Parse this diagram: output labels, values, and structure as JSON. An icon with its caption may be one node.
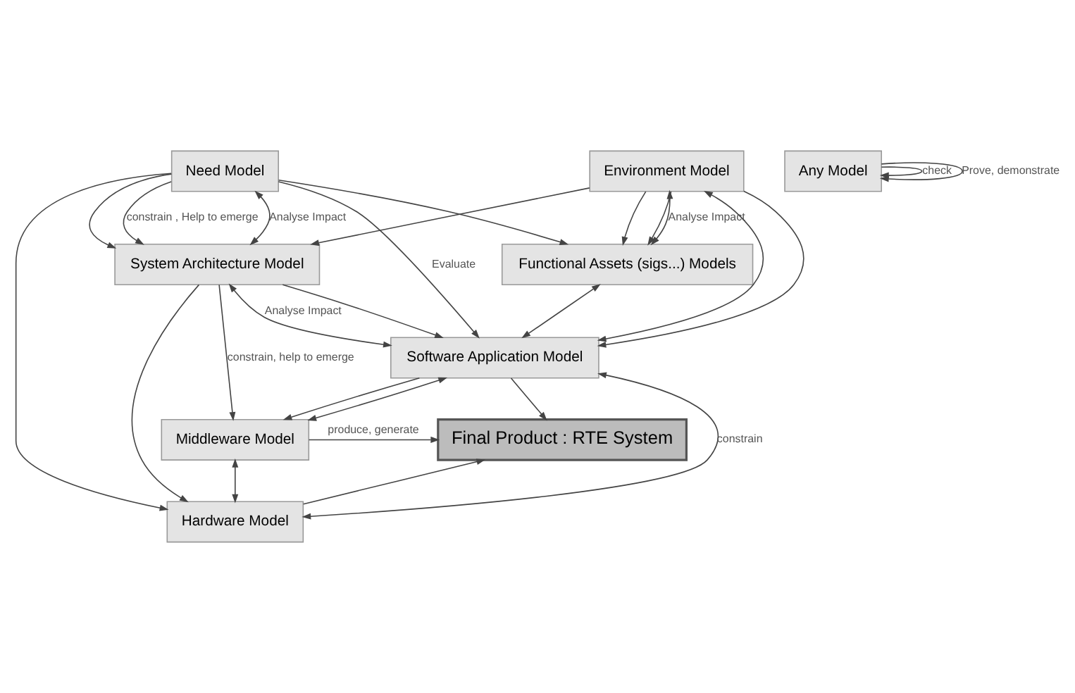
{
  "diagram": {
    "nodes": [
      {
        "text": [
          "Need Model"
        ]
      },
      {
        "text": [
          "Environment Model"
        ]
      },
      {
        "text": [
          "Any Model"
        ]
      },
      {
        "text": [
          "System Architecture Model"
        ]
      },
      {
        "text": [
          "Functional Assets (sigs...) Models"
        ]
      },
      {
        "text": [
          "Software Application Model"
        ]
      },
      {
        "text": [
          "Final Product : RTE System"
        ]
      },
      {
        "text": [
          "Middleware Model"
        ]
      },
      {
        "text": [
          "Hardware Model"
        ]
      }
    ],
    "edges": [
      {
        "from": 0,
        "to": 3,
        "arrow": "both",
        "label": "Analyse Impact"
      },
      {
        "from": 0,
        "to": 3,
        "arrow": "to"
      },
      {
        "from": 0,
        "to": 3,
        "arrow": "to",
        "label": "constrain , Help to emerge"
      },
      {
        "from": 0,
        "to": 4,
        "arrow": "to"
      },
      {
        "from": 1,
        "to": 3,
        "arrow": "to"
      },
      {
        "from": 1,
        "to": 4,
        "arrow": "to"
      },
      {
        "from": 1,
        "to": 4,
        "arrow": "to"
      },
      {
        "from": 1,
        "to": 4,
        "arrow": "both",
        "label": "Analyse Impact"
      },
      {
        "from": 1,
        "to": 5,
        "arrow": "both"
      },
      {
        "from": 0,
        "to": 5,
        "arrow": "to",
        "label": "Evaluate"
      },
      {
        "from": 0,
        "to": 8,
        "arrow": "to"
      },
      {
        "from": 1,
        "to": 5,
        "arrow": "to"
      },
      {
        "from": 2,
        "to": 2,
        "arrow": "to",
        "label": "check"
      },
      {
        "from": 2,
        "to": 2,
        "arrow": "to",
        "label": "Prove, demonstrate"
      },
      {
        "from": 4,
        "to": 5,
        "arrow": "both"
      },
      {
        "from": 3,
        "to": 5,
        "arrow": "both",
        "label": "Analyse Impact"
      },
      {
        "from": 3,
        "to": 5,
        "arrow": "to"
      },
      {
        "from": 3,
        "to": 7,
        "arrow": "to",
        "label": "constrain, help to emerge"
      },
      {
        "from": 3,
        "to": 8,
        "arrow": "to"
      },
      {
        "from": 5,
        "to": 6,
        "arrow": "to"
      },
      {
        "from": 7,
        "to": 6,
        "arrow": "to",
        "label": "produce, generate"
      },
      {
        "from": 8,
        "to": 6,
        "arrow": "to"
      },
      {
        "from": 5,
        "to": 7,
        "arrow": "to"
      },
      {
        "from": 5,
        "to": 7,
        "arrow": "both"
      },
      {
        "from": 5,
        "to": 8,
        "arrow": "both",
        "label": "constrain"
      },
      {
        "from": 7,
        "to": 8,
        "arrow": "both"
      }
    ]
  }
}
